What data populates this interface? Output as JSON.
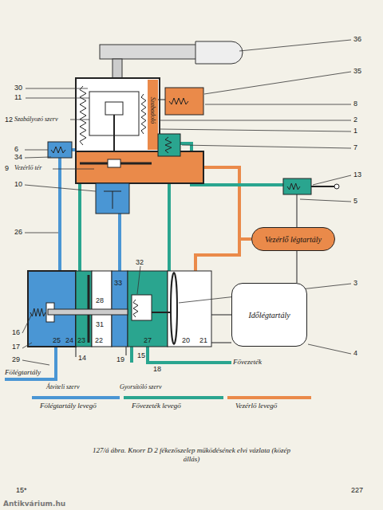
{
  "diagram": {
    "caption": "127/á ábra. Knorr D 2 fékezőszelep működésének elvi vázlata (közép állás)",
    "nodes": [
      {
        "text": [
          "Vezérlő légtartály"
        ]
      },
      {
        "text": [
          "Időlégtartály"
        ]
      }
    ],
    "labels": [
      "36",
      "35",
      "8",
      "2",
      "1",
      "7",
      "13",
      "5",
      "3",
      "4",
      "30",
      "11",
      "12",
      "Szabályozó szerv",
      "Szabadoló",
      "6",
      "34",
      "9",
      "Vezérlő tér",
      "10",
      "26",
      "32",
      "33",
      "28",
      "31",
      "16",
      "17",
      "29",
      "25",
      "24",
      "23",
      "22",
      "27",
      "20",
      "21",
      "14",
      "19",
      "15",
      "18",
      "Fővezeték",
      "Fölégtartály",
      "Átviteli szerv",
      "Gyorsítóló szerv",
      "15*",
      "227",
      "Antikvárium.hu"
    ],
    "legend": [
      {
        "text": "Fölégtartály levegő",
        "color": "#4a96d4"
      },
      {
        "text": "Fővezeték levegő",
        "color": "#2aa58f"
      },
      {
        "text": "Vezérlő levegő",
        "color": "#ea8a4a"
      }
    ]
  }
}
